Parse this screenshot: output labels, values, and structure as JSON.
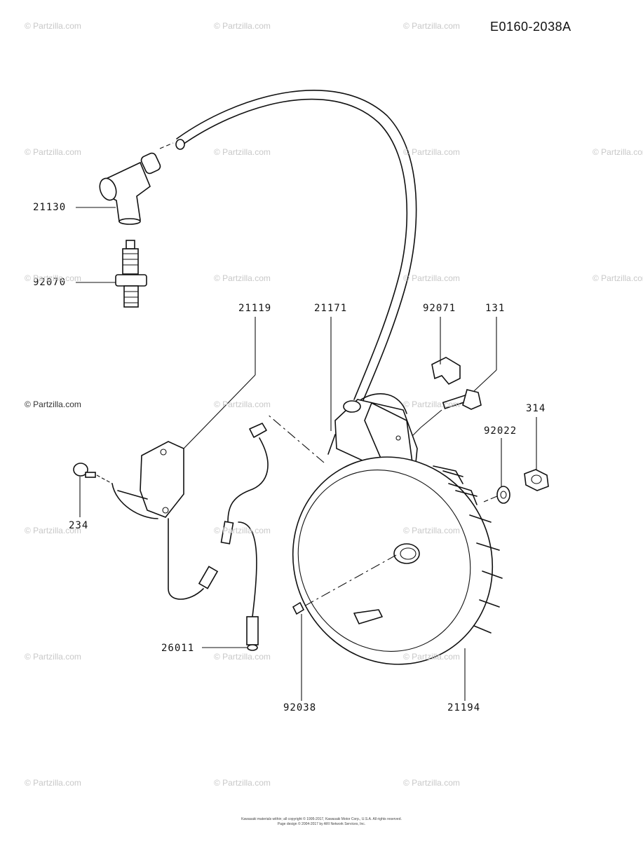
{
  "diagram_code": "E0160-2038A",
  "part_labels": {
    "p21130": "21130",
    "p92070": "92070",
    "p21119": "21119",
    "p21171": "21171",
    "p92071": "92071",
    "p131": "131",
    "p314": "314",
    "p92022": "92022",
    "p234": "234",
    "p26011": "26011",
    "p92038": "92038",
    "p21194": "21194"
  },
  "watermark": {
    "text": "© Partzilla.com"
  },
  "copyright": {
    "line1": "Kawasaki materials within; all copyright © 1995-2017, Kawasaki Motor Corp., U.S.A. All rights reserved.",
    "line2": "Page design © 2004-2017 by ARI Network Services, Inc."
  }
}
